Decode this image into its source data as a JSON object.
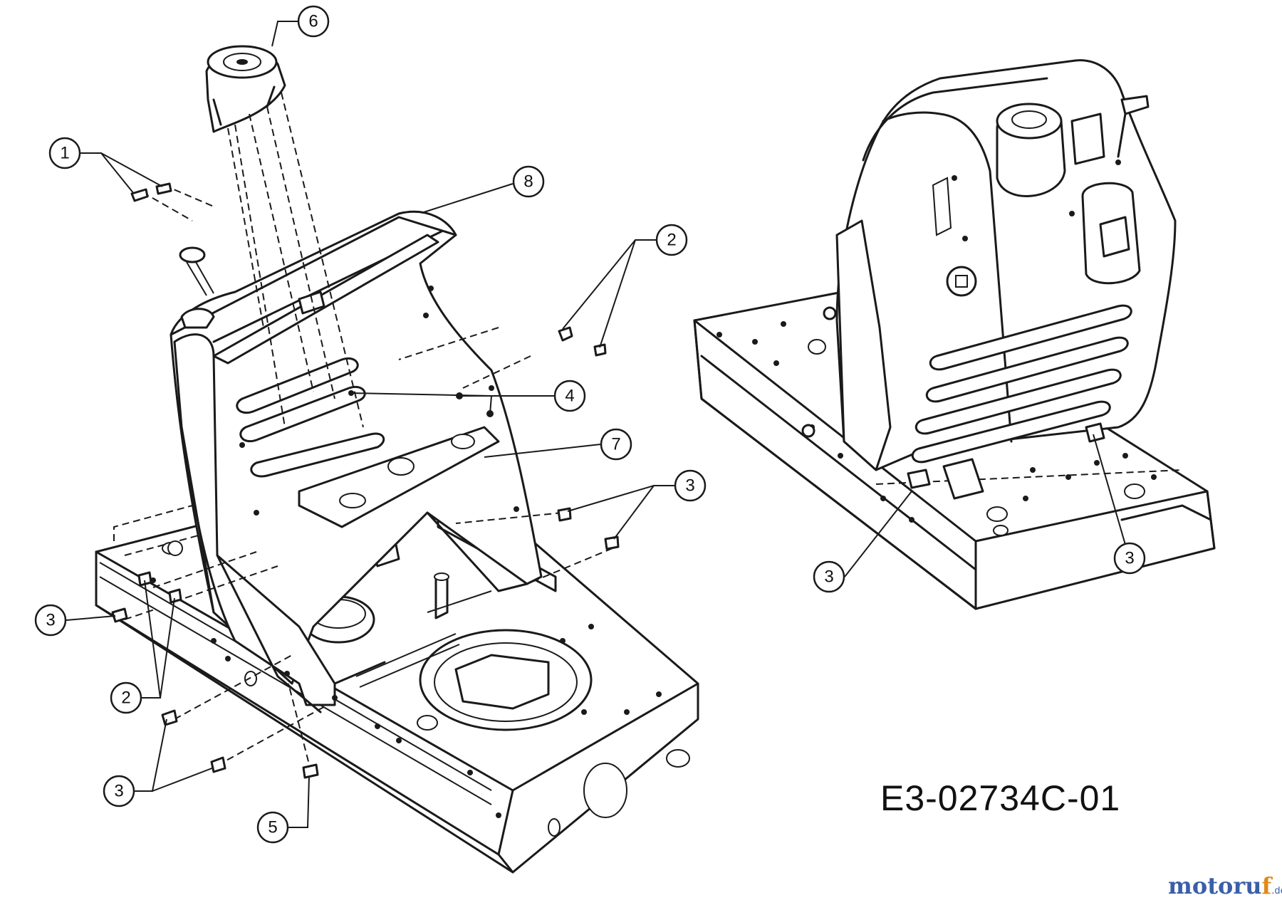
{
  "diagram": {
    "figure_code": "E3-02734C-01",
    "watermark": {
      "main": "motoru",
      "accent": "f",
      "suffix": ".de"
    },
    "callouts": [
      {
        "id": "c1",
        "label": "1"
      },
      {
        "id": "c2a",
        "label": "2"
      },
      {
        "id": "c2b",
        "label": "2"
      },
      {
        "id": "c3a",
        "label": "3"
      },
      {
        "id": "c3b",
        "label": "3"
      },
      {
        "id": "c3c",
        "label": "3"
      },
      {
        "id": "c3d",
        "label": "3"
      },
      {
        "id": "c3e",
        "label": "3"
      },
      {
        "id": "c4",
        "label": "4"
      },
      {
        "id": "c5",
        "label": "5"
      },
      {
        "id": "c6",
        "label": "6"
      },
      {
        "id": "c7",
        "label": "7"
      },
      {
        "id": "c8",
        "label": "8"
      }
    ],
    "colors": {
      "line": "#1a1a1a",
      "background": "#ffffff",
      "watermark_blue": "#3a5fa8",
      "watermark_orange": "#e08a1e"
    }
  }
}
